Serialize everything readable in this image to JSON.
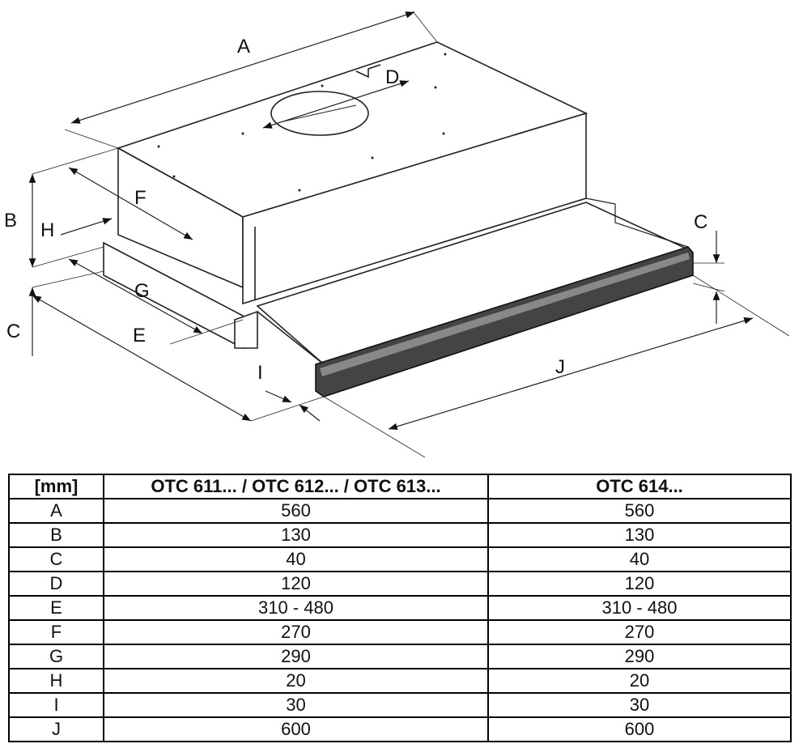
{
  "diagram": {
    "labels": {
      "A": "A",
      "B": "B",
      "C_left": "C",
      "C_right": "C",
      "D": "D",
      "E": "E",
      "F": "F",
      "G": "G",
      "H": "H",
      "I": "I",
      "J": "J"
    }
  },
  "table": {
    "headers": [
      "[mm]",
      "OTC 611... / OTC 612... / OTC 613...",
      "OTC 614..."
    ],
    "rows": [
      [
        "A",
        "560",
        "560"
      ],
      [
        "B",
        "130",
        "130"
      ],
      [
        "C",
        "40",
        "40"
      ],
      [
        "D",
        "120",
        "120"
      ],
      [
        "E",
        "310 - 480",
        "310 - 480"
      ],
      [
        "F",
        "270",
        "270"
      ],
      [
        "G",
        "290",
        "290"
      ],
      [
        "H",
        "20",
        "20"
      ],
      [
        "I",
        "30",
        "30"
      ],
      [
        "J",
        "600",
        "600"
      ]
    ]
  }
}
